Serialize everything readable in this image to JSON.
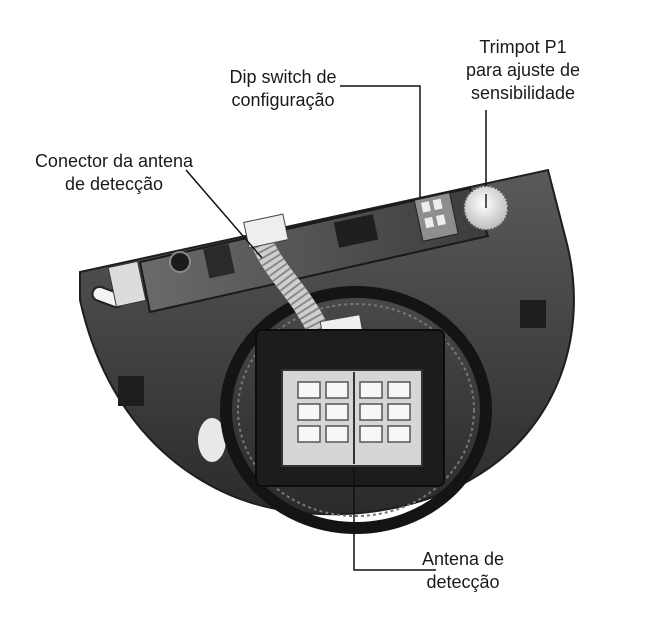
{
  "labels": {
    "trimpot": {
      "line1": "Trimpot P1",
      "line2": "para ajuste de",
      "line3": "sensibilidade"
    },
    "dip_switch": {
      "line1": "Dip switch de",
      "line2": "configuração"
    },
    "conector": {
      "line1": "Conector da antena",
      "line2": "de detecção"
    },
    "antena": {
      "line1": "Antena de",
      "line2": "detecção"
    }
  },
  "colors": {
    "background": "#ffffff",
    "plate": "#3a3a3a",
    "pcb": "#4a4a4a",
    "leader_line": "#111111",
    "text": "#1a1a1a"
  }
}
